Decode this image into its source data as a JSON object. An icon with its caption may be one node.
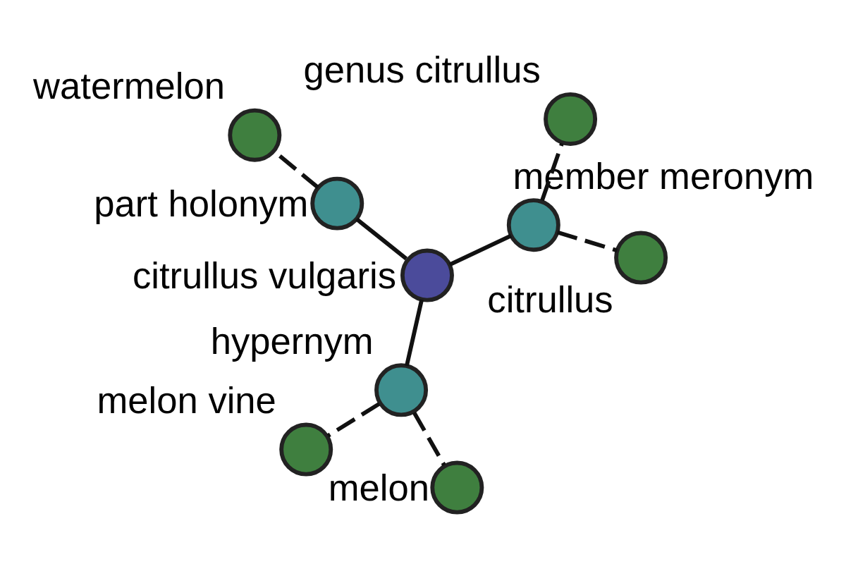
{
  "diagram": {
    "nodes": [
      {
        "text": [],
        "shape": "circle",
        "beside": [
          "citrullus vulgaris"
        ]
      },
      {
        "text": [],
        "shape": "circle",
        "beside": [
          "member meronym"
        ]
      },
      {
        "text": [],
        "shape": "circle",
        "beside": [
          "citrullus"
        ]
      },
      {
        "text": [],
        "shape": "circle",
        "beside": [
          "genus citrullus"
        ]
      },
      {
        "text": [],
        "shape": "circle",
        "beside": [
          "part holonym"
        ]
      },
      {
        "text": [],
        "shape": "circle",
        "beside": [
          "watermelon"
        ]
      },
      {
        "text": [],
        "shape": "circle",
        "beside": [
          "hypernym"
        ]
      },
      {
        "text": [],
        "shape": "circle",
        "beside": [
          "melon"
        ]
      },
      {
        "text": [],
        "shape": "circle",
        "beside": [
          "melon vine"
        ]
      }
    ],
    "edges": [
      {
        "from": 0,
        "to": 1,
        "arrow": "none"
      },
      {
        "from": 1,
        "to": 2,
        "arrow": "none",
        "style": "dashed"
      },
      {
        "from": 1,
        "to": 3,
        "arrow": "none",
        "style": "dashed"
      },
      {
        "from": 0,
        "to": 4,
        "arrow": "none"
      },
      {
        "from": 4,
        "to": 5,
        "arrow": "none",
        "style": "dashed"
      },
      {
        "from": 0,
        "to": 6,
        "arrow": "none"
      },
      {
        "from": 6,
        "to": 7,
        "arrow": "none",
        "style": "dashed"
      },
      {
        "from": 6,
        "to": 8,
        "arrow": "none",
        "style": "dashed"
      }
    ]
  }
}
